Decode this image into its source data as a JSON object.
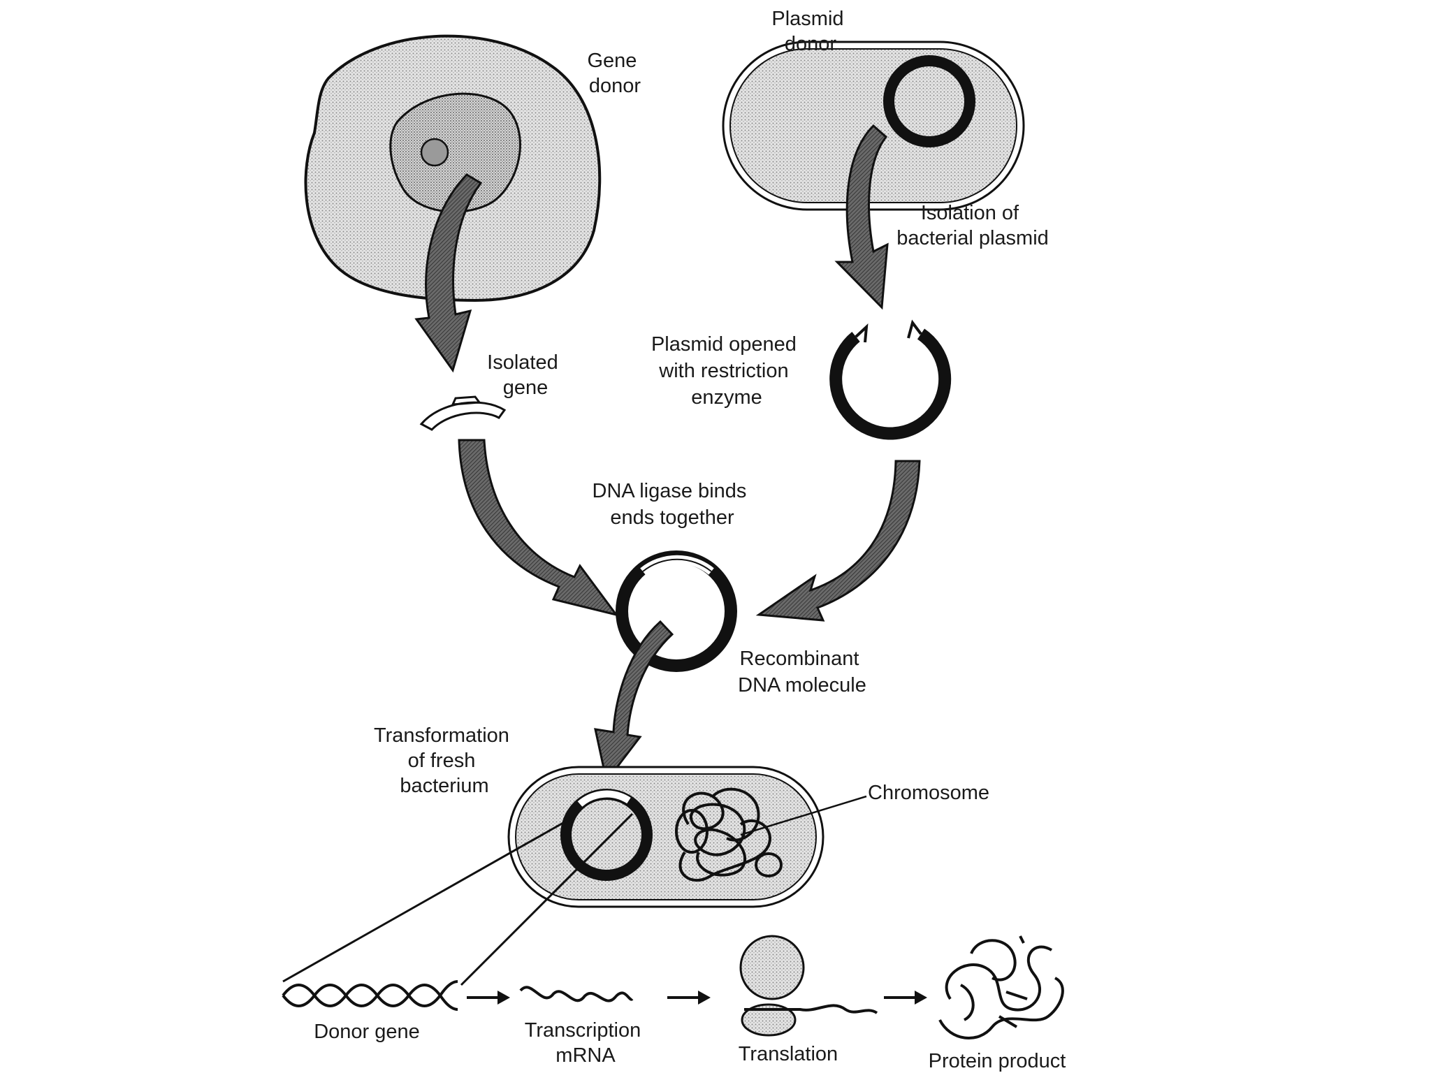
{
  "labels": {
    "gene_donor": [
      "Gene",
      "donor"
    ],
    "plasmid_donor": [
      "Plasmid",
      "donor"
    ],
    "isolation_plasmid": [
      "Isolation of",
      "bacterial plasmid"
    ],
    "isolated_gene": [
      "Isolated",
      "gene"
    ],
    "plasmid_opened": [
      "Plasmid opened",
      "with restriction",
      "enzyme"
    ],
    "dna_ligase": [
      "DNA ligase binds",
      "ends together"
    ],
    "recombinant": [
      "Recombinant",
      "DNA molecule"
    ],
    "transformation": [
      "Transformation",
      "of fresh",
      "bacterium"
    ],
    "chromosome": "Chromosome",
    "donor_gene": "Donor gene",
    "transcription": [
      "Transcription",
      "mRNA"
    ],
    "translation": "Translation",
    "protein_product": "Protein product"
  },
  "colors": {
    "ink": "#111111",
    "stipple": "#cfcfcf",
    "arrow": "#5a5a5a"
  }
}
